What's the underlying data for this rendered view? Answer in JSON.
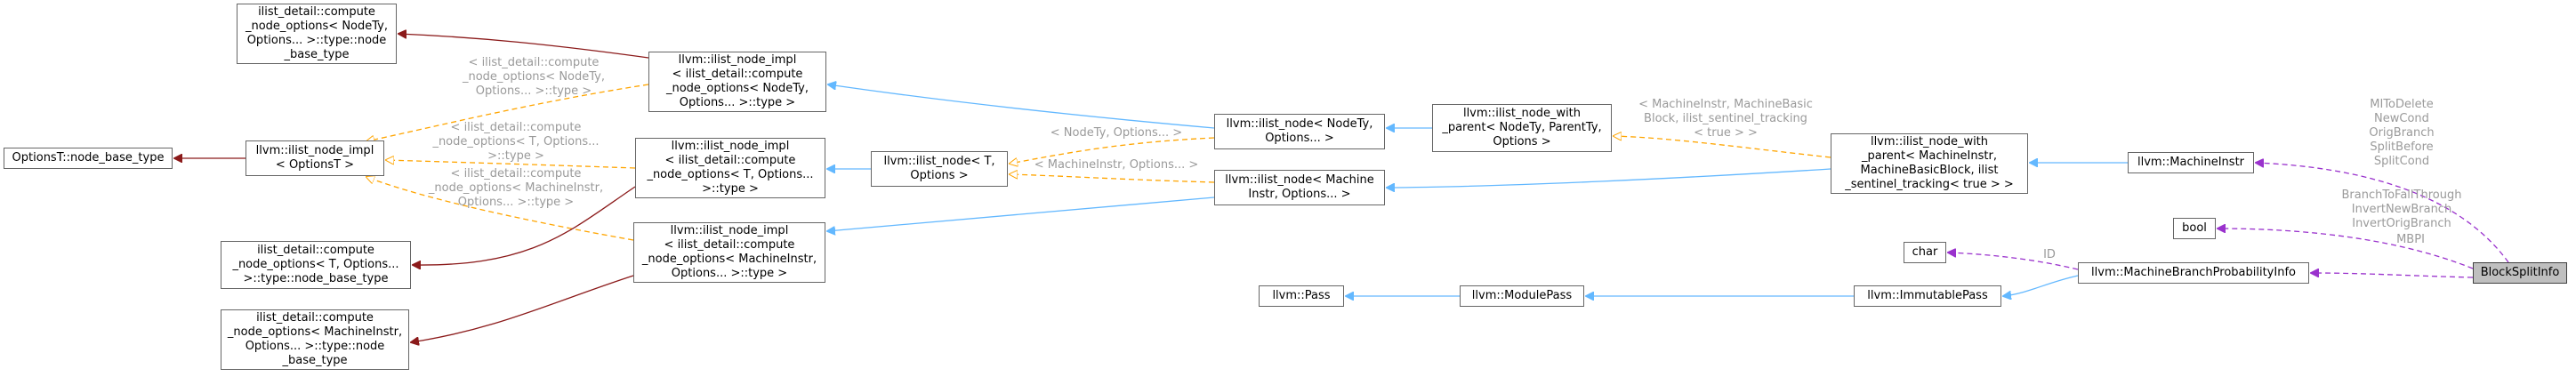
{
  "colors": {
    "inherit": "#63b8ff",
    "template": "#ffa500",
    "usage": "#9a32cd",
    "dark": "#8b1a1a",
    "node_border": "#666666",
    "highlight_fill": "#bfbfbf",
    "label": "#9a9a9a"
  },
  "nodes": {
    "block_split_info": [
      "BlockSplitInfo"
    ],
    "machine_instr": [
      "llvm::MachineInstr"
    ],
    "bool_type": [
      "bool"
    ],
    "char_type": [
      "char"
    ],
    "mbp_info": [
      "llvm::MachineBranchProbabilityInfo"
    ],
    "ilist_node_with_parent_mi": [
      "llvm::ilist_node_with",
      "_parent< MachineInstr,",
      "MachineBasicBlock, ilist",
      "_sentinel_tracking< true > >"
    ],
    "ilist_node_with_parent_tpl": [
      "llvm::ilist_node_with",
      "_parent< NodeTy, ParentTy,",
      "Options >"
    ],
    "immutable_pass": [
      "llvm::ImmutablePass"
    ],
    "module_pass": [
      "llvm::ModulePass"
    ],
    "pass": [
      "llvm::Pass"
    ],
    "ilist_node_nodety": [
      "llvm::ilist_node< NodeTy,",
      "Options... >"
    ],
    "ilist_node_machine": [
      "llvm::ilist_node< Machine",
      "Instr, Options... >"
    ],
    "ilist_node_t": [
      "llvm::ilist_node< T,",
      "Options >"
    ],
    "impl_nodety": [
      "llvm::ilist_node_impl",
      "< ilist_detail::compute",
      "_node_options< NodeTy,",
      "Options... >::type >"
    ],
    "impl_t": [
      "llvm::ilist_node_impl",
      "< ilist_detail::compute",
      "_node_options< T, Options...",
      ">::type >"
    ],
    "impl_machine": [
      "llvm::ilist_node_impl",
      "< ilist_detail::compute",
      "_node_options< MachineInstr,",
      "Options... >::type >"
    ],
    "impl_options_t": [
      "llvm::ilist_node_impl",
      "< OptionsT >"
    ],
    "options_base": [
      "OptionsT::node_base_type"
    ],
    "base_nodety": [
      "ilist_detail::compute",
      "_node_options< NodeTy,",
      "Options... >::type::node",
      "_base_type"
    ],
    "base_t": [
      "ilist_detail::compute",
      "_node_options< T, Options...",
      ">::type::node_base_type"
    ],
    "base_machine": [
      "ilist_detail::compute",
      "_node_options< MachineInstr,",
      "Options... >::type::node",
      "_base_type"
    ]
  },
  "edge_labels": {
    "mi_members": [
      "MIToDelete",
      "NewCond",
      "OrigBranch",
      "SplitBefore",
      "SplitCond"
    ],
    "bool_members": [
      "BranchToFallThrough",
      "InvertNewBranch",
      "InvertOrigBranch"
    ],
    "mbpi_member": [
      "MBPI"
    ],
    "char_member": [
      "ID"
    ],
    "tpl_with_parent": [
      "< MachineInstr, MachineBasic",
      "Block, ilist_sentinel_tracking",
      "< true > >"
    ],
    "tpl_nodety": [
      "< NodeTy, Options... >"
    ],
    "tpl_machineinstr": [
      "< MachineInstr, Options... >"
    ],
    "tpl_impl_nodety": [
      "< ilist_detail::compute",
      "_node_options< NodeTy,",
      "Options... >::type >"
    ],
    "tpl_impl_t": [
      "< ilist_detail::compute",
      "_node_options< T, Options...",
      ">::type >"
    ],
    "tpl_impl_machine": [
      "< ilist_detail::compute",
      "_node_options< MachineInstr,",
      "Options... >::type >"
    ]
  }
}
